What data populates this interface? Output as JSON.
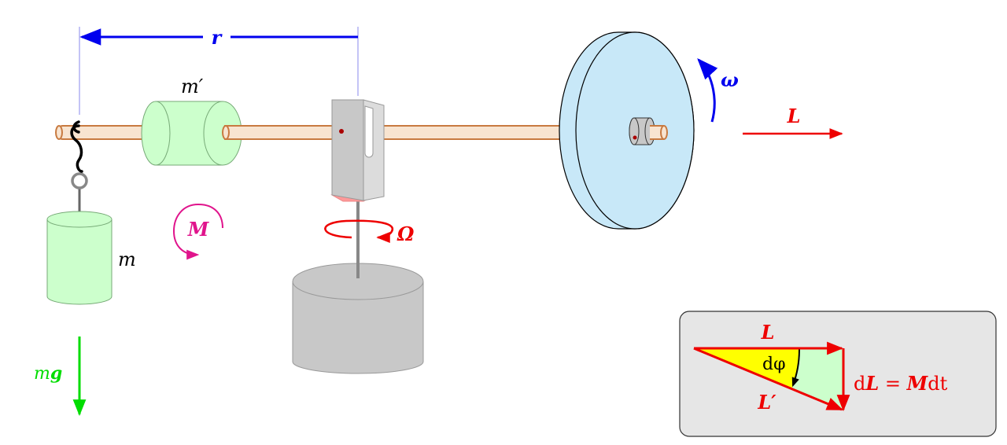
{
  "labels": {
    "r": "r",
    "m_prime": "m′",
    "m": "m",
    "M": "M",
    "Omega": "Ω",
    "omega": "ω",
    "L": "L",
    "mg_m": "m",
    "mg_g": "g",
    "inset_L": "L",
    "inset_L_prime": "L′",
    "inset_dphi": "dφ",
    "inset_eq_d": "d",
    "inset_eq_L": "L",
    "inset_eq_eq": " = ",
    "inset_eq_M": "M",
    "inset_eq_dt": "dt"
  },
  "colors": {
    "r_blue": "#0000ee",
    "omega_blue": "#0000ee",
    "red": "#ee0000",
    "magenta": "#e0148c",
    "green_arrow": "#00dd00",
    "mass_fill": "#ccffcc",
    "wheel_fill": "#c8e8f8",
    "rod_fill": "#f8e4d0",
    "rod_stroke": "#c87a40",
    "support_fill": "#c8c8c8",
    "inset_bg": "#e6e6e6",
    "yellow": "#ffff00"
  }
}
